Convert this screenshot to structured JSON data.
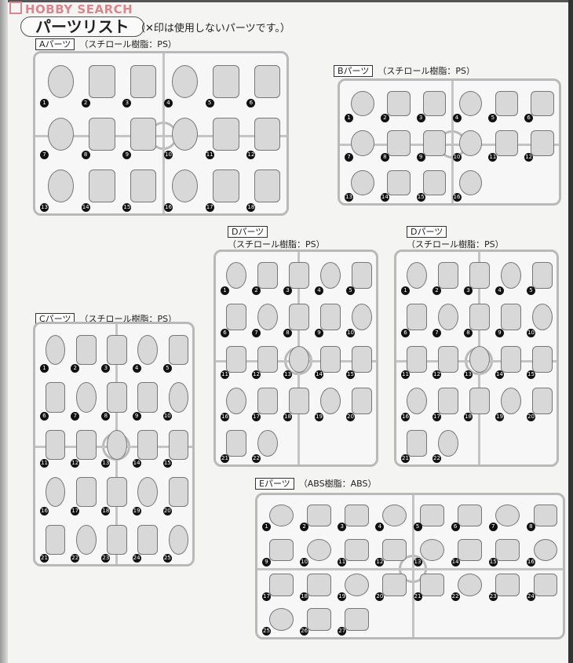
{
  "watermark": "HOBBY SEARCH",
  "title": "パーツリスト",
  "note": "（✕印は使用しないパーツです。）",
  "runners": [
    {
      "id": "A",
      "tag": "Aパーツ",
      "material": "（スチロール樹脂：PS）",
      "parts": [
        1,
        2,
        3,
        4,
        5,
        6,
        7,
        8,
        9,
        10,
        11,
        12,
        13,
        14,
        15,
        16,
        17,
        18
      ]
    },
    {
      "id": "B",
      "tag": "Bパーツ",
      "material": "（スチロール樹脂：PS）",
      "parts": [
        1,
        2,
        3,
        4,
        5,
        6,
        7,
        8,
        9,
        10,
        11,
        12,
        13,
        14,
        15,
        16
      ]
    },
    {
      "id": "D1",
      "tag": "Dパーツ",
      "material": "（スチロール樹脂：PS）",
      "parts": [
        1,
        2,
        3,
        4,
        5,
        6,
        7,
        8,
        9,
        10,
        11,
        12,
        13,
        14,
        15,
        16,
        17,
        18,
        19,
        20,
        21,
        22
      ]
    },
    {
      "id": "D2",
      "tag": "Dパーツ",
      "material": "（スチロール樹脂：PS）",
      "parts": [
        1,
        2,
        3,
        4,
        5,
        6,
        7,
        8,
        9,
        10,
        11,
        12,
        13,
        14,
        15,
        16,
        17,
        18,
        19,
        20,
        21,
        22
      ]
    },
    {
      "id": "C",
      "tag": "Cパーツ",
      "material": "（スチロール樹脂：PS）",
      "parts": [
        1,
        2,
        3,
        4,
        5,
        6,
        7,
        8,
        9,
        10,
        11,
        12,
        13,
        14,
        15,
        16,
        17,
        18,
        19,
        20,
        21,
        22,
        23,
        24,
        25
      ]
    },
    {
      "id": "E",
      "tag": "Eパーツ",
      "material": "（ABS樹脂：ABS）",
      "parts": [
        1,
        2,
        3,
        4,
        5,
        6,
        7,
        8,
        9,
        10,
        11,
        12,
        13,
        14,
        15,
        16,
        17,
        18,
        19,
        20,
        21,
        22,
        23,
        24,
        25,
        26,
        27
      ]
    }
  ]
}
